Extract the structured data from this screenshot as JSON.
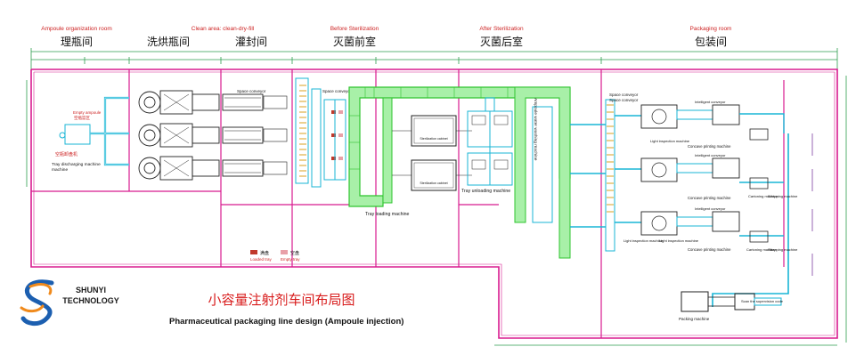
{
  "rooms": [
    {
      "id": "ampoule-org",
      "en": "Ampoule organization room",
      "cn": "理瓶间"
    },
    {
      "id": "wash-dry",
      "en": "",
      "cn": "洗烘瓶间"
    },
    {
      "id": "clean-fill",
      "en": "Clean area: clean-dry-fill",
      "cn": "灌封间"
    },
    {
      "id": "before-steril",
      "en": "Before Sterilization",
      "cn": "灭菌前室"
    },
    {
      "id": "after-steril",
      "en": "After Sterilization",
      "cn": "灭菌后室"
    },
    {
      "id": "packaging",
      "en": "Packaging room",
      "cn": "包装间"
    }
  ],
  "machines": {
    "empty_ampoule": "Empty ampoule",
    "empty_ampoule_cn": "空瓶篮区",
    "tray_discharging_cn": "空瓶卸盘机",
    "tray_discharging": "Tray discharging machine",
    "space_conveyor_1": "Space conveyor",
    "space_conveyor_2": "Space conveyor",
    "space_conveyor_3": "Space conveyor",
    "space_conveyor_4": "Space conveyor",
    "sterilization_cabinet_1": "Sterilization cabinet",
    "sterilization_cabinet_2": "Sterilization cabinet",
    "tray_loading": "Tray loading machine",
    "tray_unloading": "Tray unloading machine",
    "ampoule_water_washing": "Ampoule water washing machine",
    "light_inspection_1": "Light inspection machine",
    "light_inspection_2": "Light inspection machine",
    "light_inspection_3": "Light inspection machine",
    "intelligent_conveyor_1": "Intelligent conveyor",
    "intelligent_conveyor_2": "Intelligent conveyor",
    "intelligent_conveyor_3": "Intelligent conveyor",
    "concave_printing_1": "Concave printing machine",
    "concave_printing_2": "Concave printing machine",
    "concave_printing_3": "Concave printing machine",
    "cartoning_1": "Cartoning machine",
    "cartoning_2": "Cartoning machine",
    "strapping_1": "Strapping machine",
    "strapping_2": "Strapping machine",
    "packing_machine": "Packing machine",
    "scan_supervision": "Scan the supervision code"
  },
  "legend": {
    "loaded_cn": "满盘",
    "loaded": "Loaded tray",
    "empty_cn": "空盘",
    "empty": "Empty tray"
  },
  "brand": {
    "line1": "SHUNYI",
    "line2": "TECHNOLOGY"
  },
  "title_cn": "小容量注射剂车间布局图",
  "title_en": "Pharmaceutical packaging line design (Ampoule injection)",
  "colors": {
    "wall": "#d81b8f",
    "dimension": "#2e9e4f",
    "machine": "#222222",
    "conveyor": "#19b5d6",
    "conveyor_fill": "#bfeef6",
    "loading_frame": "#2fc42f",
    "loading_fill": "#a8f0a8",
    "room_label": "#cc1f1f",
    "loaded_tray": "#c0392b",
    "empty_tray": "#e8a0a8",
    "logo_blue": "#1c5fb0",
    "logo_orange": "#f08a1c",
    "slot": "#d8a020"
  }
}
